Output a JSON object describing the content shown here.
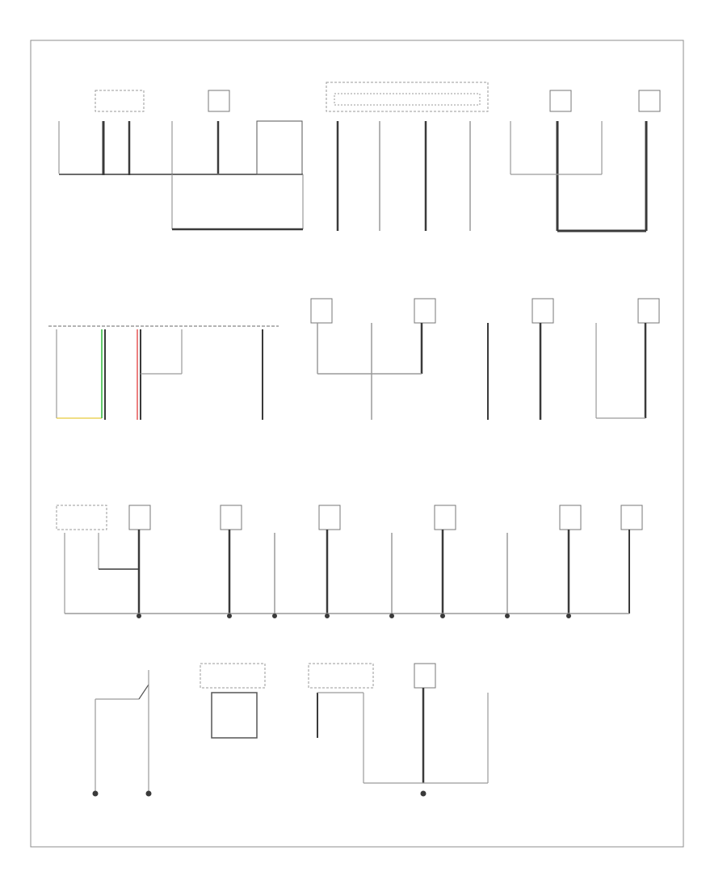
{
  "diagram": {
    "title": "",
    "footer_code": "",
    "colors": {
      "wire": "#3a3a3a",
      "wire_light": "#9a9a9a",
      "border": "#8c8c8c",
      "accent_green": "#2fb83a",
      "accent_red": "#e23a3a",
      "accent_yellow": "#e8c93a"
    },
    "groups": [
      "top-row-ground-circuits",
      "second-row-ground-circuits",
      "third-row-ground-circuits",
      "bottom-row-ground-circuits"
    ]
  }
}
